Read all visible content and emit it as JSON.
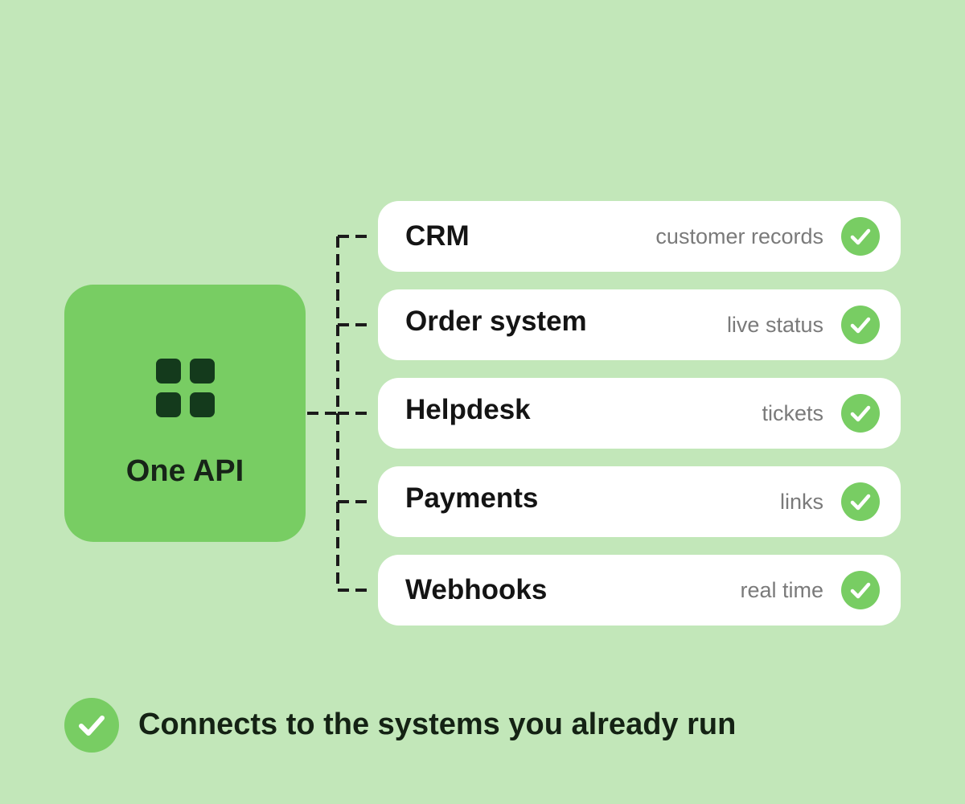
{
  "hub": {
    "title": "One API",
    "icon": "grid-icon",
    "color": "#78cd63"
  },
  "integrations": [
    {
      "name": "CRM",
      "description": "customer records",
      "status_icon": "check-icon"
    },
    {
      "name": "Order system",
      "description": "live status",
      "status_icon": "check-icon"
    },
    {
      "name": "Helpdesk",
      "description": "tickets",
      "status_icon": "check-icon"
    },
    {
      "name": "Payments",
      "description": "links",
      "status_icon": "check-icon"
    },
    {
      "name": "Webhooks",
      "description": "real time",
      "status_icon": "check-icon"
    }
  ],
  "footer": {
    "text": "Connects to the systems you already run",
    "icon": "check-icon"
  },
  "colors": {
    "background": "#c2e7b9",
    "accent": "#78cd63",
    "card": "#ffffff",
    "text": "#141414",
    "muted": "#7a7a7a",
    "connector": "#1b1b1b"
  }
}
